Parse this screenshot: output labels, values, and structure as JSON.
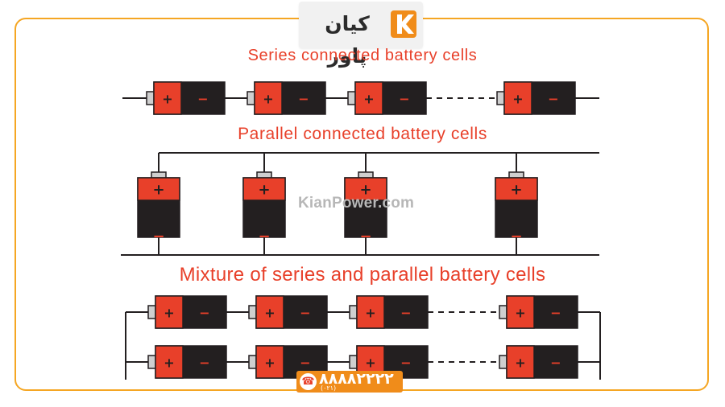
{
  "brand": {
    "logo_text": "کیان پاور",
    "watermark": "KianPower.com",
    "phone_number": "۸۸۸۸۲۲۲۲",
    "phone_code": "(۰۲۱)",
    "colors": {
      "frame": "#f5a623",
      "title": "#e8402a",
      "cell_positive": "#e8402a",
      "cell_negative": "#231f20",
      "terminal": "#cfcfcf",
      "phone_bg": "#f08c1a"
    }
  },
  "sections": {
    "series": {
      "title": "Series connected battery cells"
    },
    "parallel": {
      "title": "Parallel connected battery cells"
    },
    "mixture": {
      "title": "Mixture of series and parallel battery cells"
    }
  },
  "cell": {
    "positive_symbol": "+",
    "negative_symbol": "−"
  },
  "icons": {
    "logo": "kianpower-logo-icon",
    "phone": "phone-icon"
  }
}
